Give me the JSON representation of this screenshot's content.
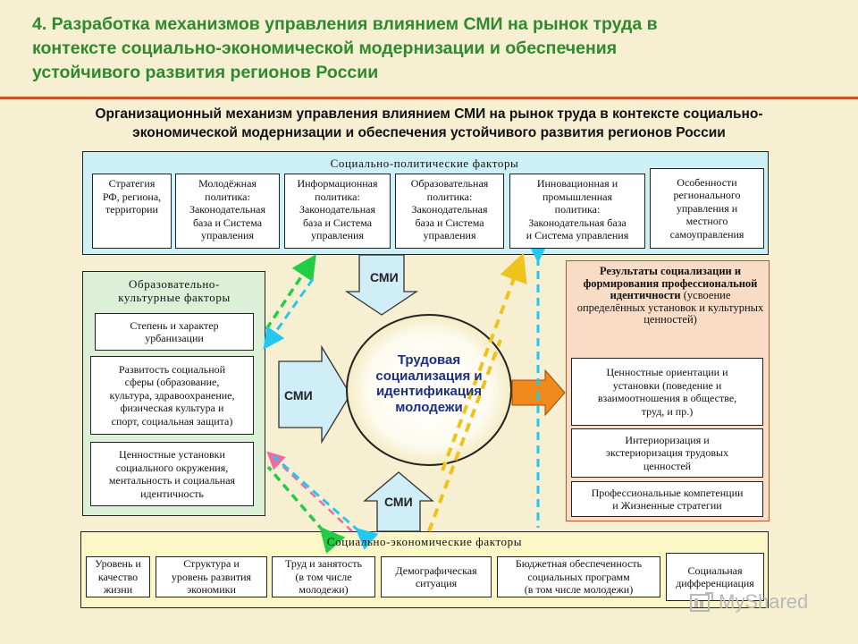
{
  "title": "4. Разработка механизмов управления влиянием СМИ на рынок труда в\nконтексте социально-экономической модернизации и обеспечения\nустойчивого развития регионов России",
  "subtitle": "Организационный механизм управления влиянием СМИ на рынок труда в контексте социально-\nэкономической модернизации и обеспечения устойчивого развития регионов России",
  "top_panel": {
    "label": "Социально-политические факторы",
    "boxes": [
      "Стратегия\nРФ, региона,\nтерритории",
      "Молодёжная\nполитика:\nЗаконодательная\nбаза и Система\nуправления",
      "Информационная\nполитика:\nЗаконодательная\nбаза и Система\nуправления",
      "Образовательная\nполитика:\nЗаконодательная\nбаза и Система\nуправления",
      "Инновационная и\nпромышленная\nполитика:\nЗаконодательная база\nи Система управления",
      "Особенности\nрегионального\nуправления и\nместного\nсамоуправления"
    ]
  },
  "left_panel": {
    "label": "Образовательно-\nкультурные факторы",
    "boxes": [
      "Степень и характер\nурбанизации",
      "Развитость социальной\nсферы (образование,\nкультура, здравоохранение,\nфизическая культура и\nспорт, социальная защита)",
      "Ценностные установки\nсоциального окружения,\nментальность и социальная\nидентичность"
    ]
  },
  "right_panel": {
    "label_bold": "Результаты социализации и формирования профессиональной идентичности",
    "label_rest": " (усвоение определённых установок и культурных ценностей)",
    "boxes": [
      "Ценностные ориентации и\nустановки (поведение и\nвзаимоотношения в обществе,\nтруд, и пр.)",
      "Интериоризация и\nэкстериоризация трудовых\nценностей",
      "Профессиональные компетенции\nи Жизненные стратегии"
    ]
  },
  "bottom_panel": {
    "label": "Социально-экономические факторы",
    "boxes": [
      "Уровень и\nкачество\nжизни",
      "Структура и\nуровень развития\nэкономики",
      "Труд и занятость\n(в том числе\nмолодежи)",
      "Демографическая\nситуация",
      "Бюджетная обеспеченность\nсоциальных программ\n(в том числе молодежи)",
      "Социальная\nдифференциация"
    ]
  },
  "center": "Трудовая\nсоциализация и\nидентификация\nмолодежи",
  "smi_labels": {
    "top": "СМИ",
    "left": "СМИ",
    "bottom": "СМИ"
  },
  "watermark": "MyShared",
  "colors": {
    "title": "#2f8a2f",
    "rule": "#c8552a",
    "top_panel": "#cdf0f6",
    "left_panel": "#dbf0d6",
    "right_panel": "#f9dcc6",
    "bottom_panel": "#fbf7c6",
    "center_text": "#1d2f80",
    "arrow_fill": "#cfeef8",
    "orange_arrow": "#f08a1c",
    "dashed_green": "#22cc44",
    "dashed_cyan": "#22c8f0",
    "dashed_yellow": "#f0c21c",
    "dashed_pink": "#f06aa0"
  }
}
